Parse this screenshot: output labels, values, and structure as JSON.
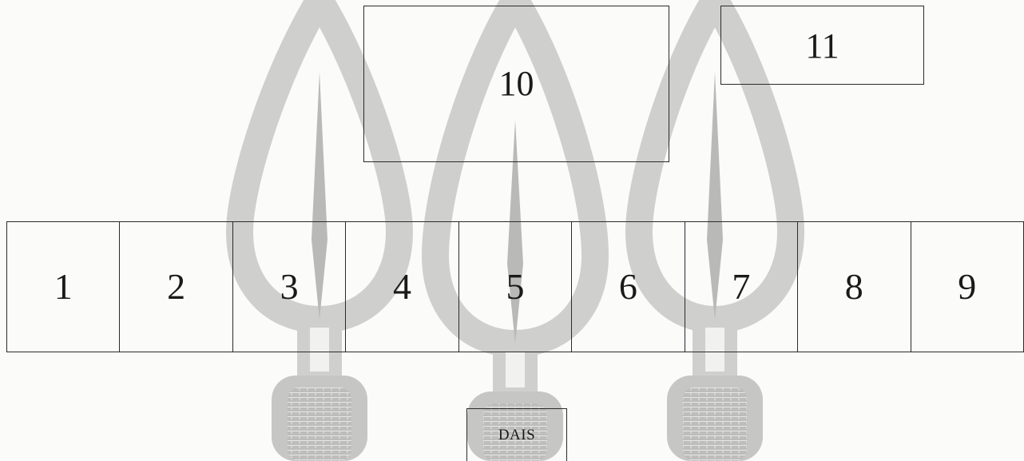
{
  "layout": {
    "upper_boxes": [
      {
        "label": "10"
      },
      {
        "label": "11"
      }
    ],
    "row_cells": [
      "1",
      "2",
      "3",
      "4",
      "5",
      "6",
      "7",
      "8",
      "9"
    ],
    "dais_label": "DAIS"
  },
  "watermark": {
    "icon": "spearhead-icon",
    "count": 3,
    "color": "#c6c6c4"
  }
}
